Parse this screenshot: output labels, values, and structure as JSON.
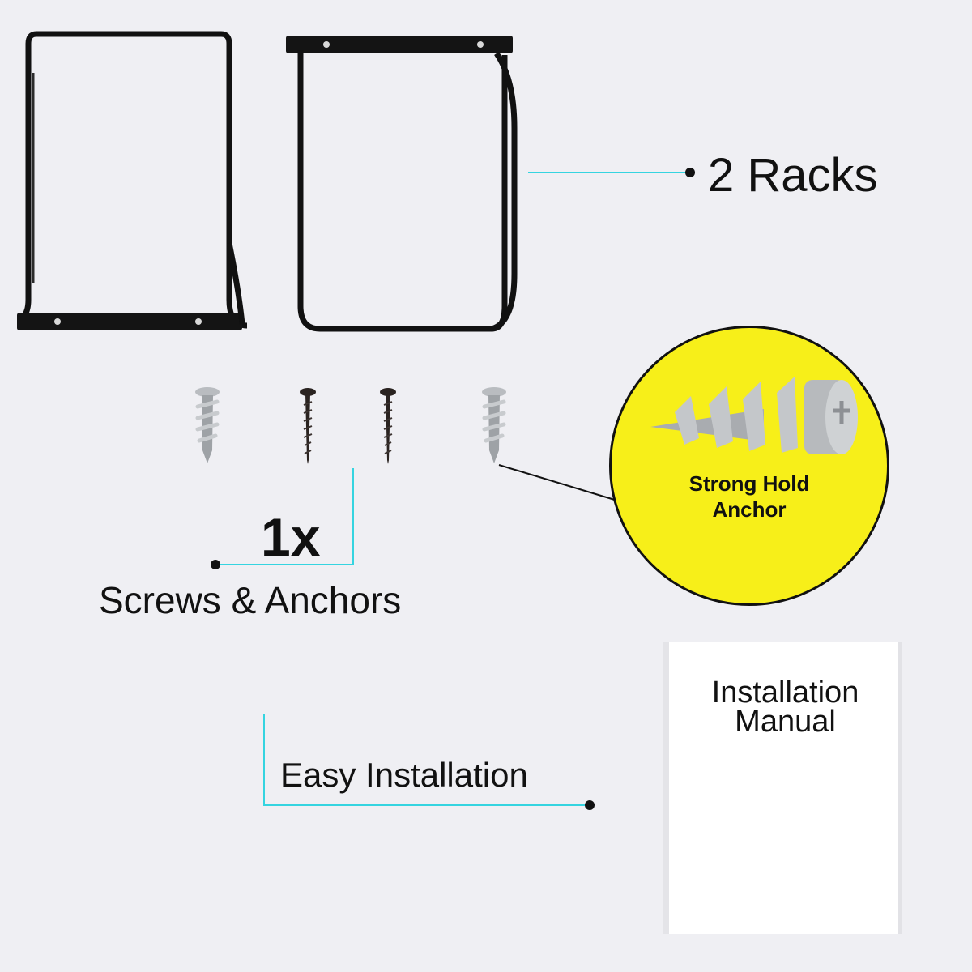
{
  "racks": {
    "label": "2 Racks"
  },
  "hardware": {
    "quantity": "1x",
    "label": "Screws & Anchors"
  },
  "anchor_zoom": {
    "caption": "Strong Hold Anchor"
  },
  "installation": {
    "label": "Easy Installation"
  },
  "manual": {
    "title": "Installation Manual"
  },
  "colors": {
    "accent_line": "#35d4e0",
    "zoom_background": "#f7ef19",
    "background": "#efeff3"
  }
}
